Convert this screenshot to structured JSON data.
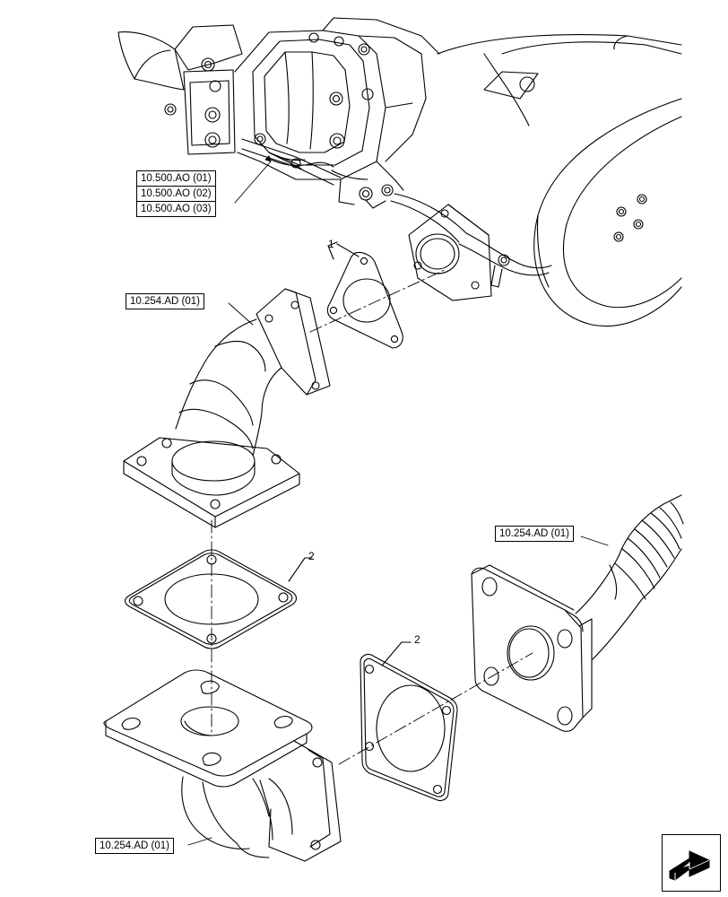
{
  "references": {
    "engine_bracket_1": "10.500.AO (01)",
    "engine_bracket_2": "10.500.AO (02)",
    "engine_bracket_3": "10.500.AO (03)",
    "upper_elbow": "10.254.AD (01)",
    "exhaust_pipe": "10.254.AD (01)",
    "lower_elbow": "10.254.AD (01)"
  },
  "callouts": {
    "triangular_gasket": "1",
    "square_gasket_upper": "2",
    "square_gasket_lower": "2"
  },
  "navigation": {
    "icon": "next-page-arrow-icon"
  },
  "colors": {
    "line": "#000000",
    "background": "#ffffff"
  }
}
